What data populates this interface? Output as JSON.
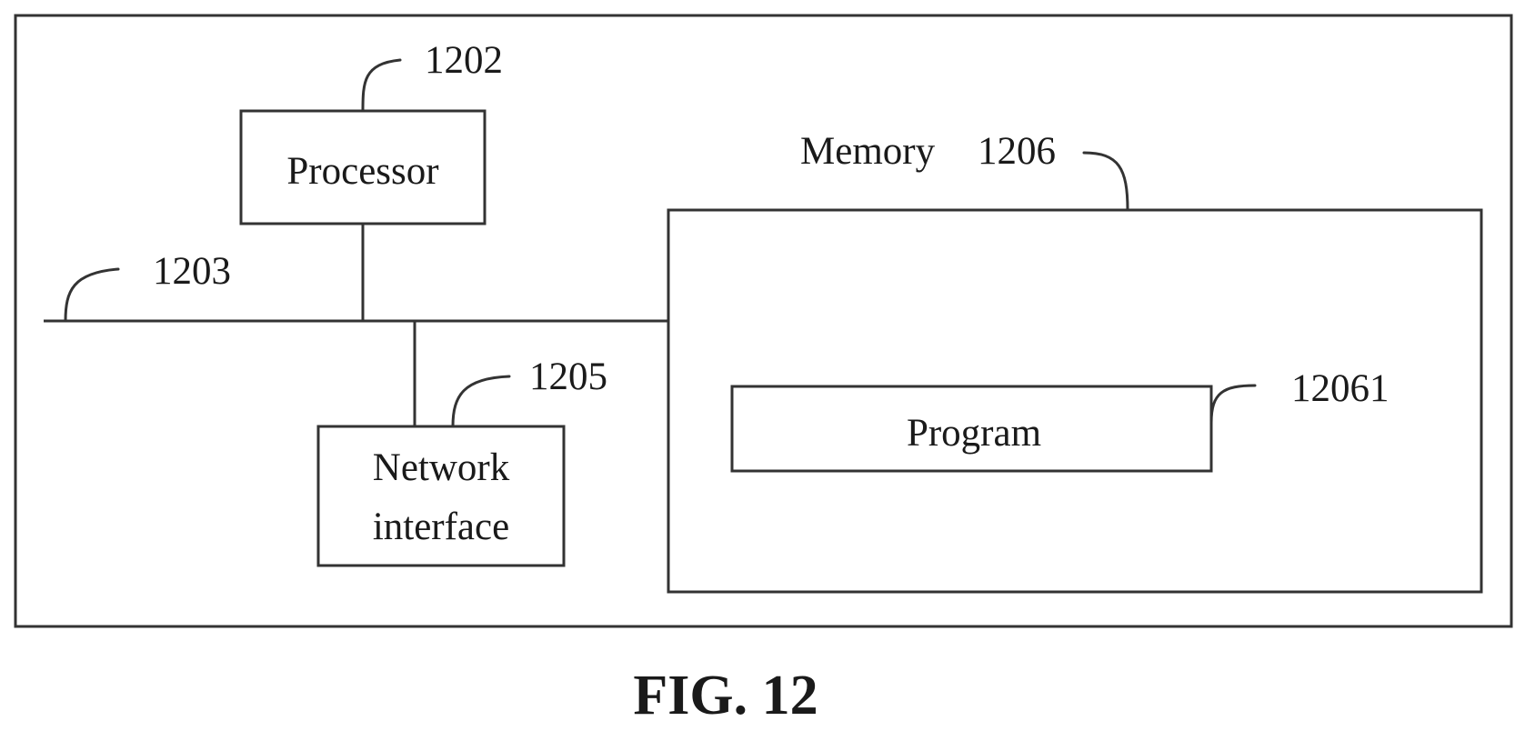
{
  "diagram": {
    "processor": {
      "label": "Processor",
      "ref": "1202"
    },
    "bus": {
      "ref": "1203"
    },
    "network_interface": {
      "label_line1": "Network",
      "label_line2": "interface",
      "ref": "1205"
    },
    "memory": {
      "label": "Memory",
      "ref": "1206"
    },
    "program": {
      "label": "Program",
      "ref": "12061"
    }
  },
  "caption": "FIG. 12"
}
